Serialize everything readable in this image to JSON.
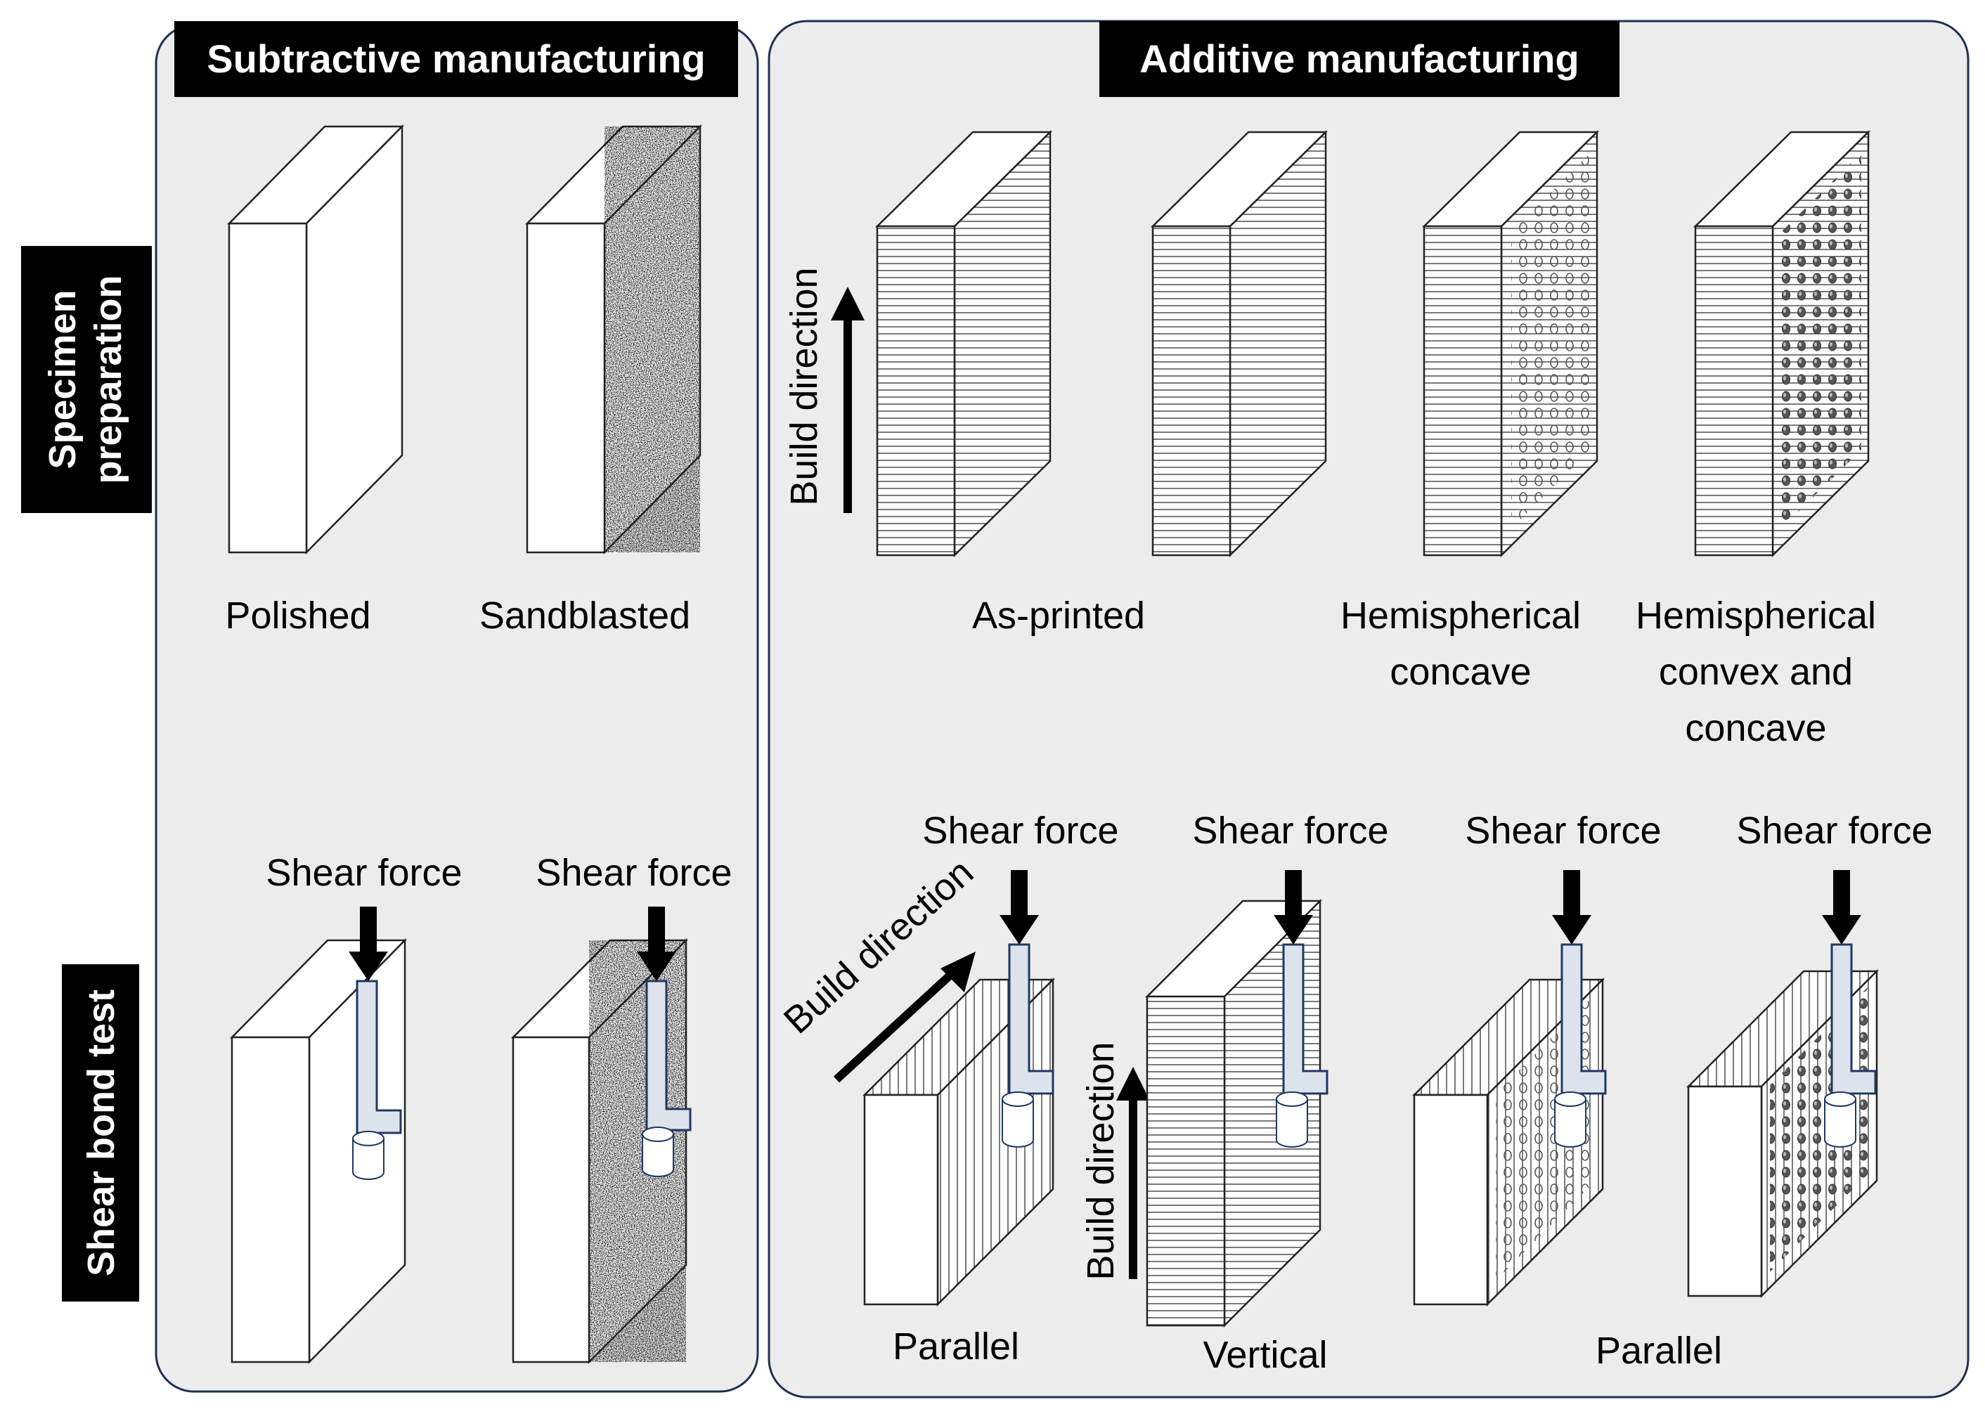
{
  "sections": {
    "subtractive": "Subtractive manufacturing",
    "additive": "Additive manufacturing"
  },
  "rows": {
    "prep_line1": "Specimen",
    "prep_line2": "preparation",
    "shear": "Shear bond test"
  },
  "prep_labels": {
    "polished": "Polished",
    "sandblasted": "Sandblasted",
    "as_printed": "As-printed",
    "hemi_concave_l1": "Hemispherical",
    "hemi_concave_l2": "concave",
    "hemi_cc_l1": "Hemispherical",
    "hemi_cc_l2": "convex and",
    "hemi_cc_l3": "concave"
  },
  "build_direction": "Build direction",
  "shear_force": "Shear force",
  "orientation": {
    "parallel": "Parallel",
    "vertical": "Vertical"
  },
  "colors": {
    "panel_bg": "#ececec",
    "panel_border": "#1f3050",
    "label_bg": "#000000",
    "label_text": "#ffffff",
    "jig_fill": "#dde3ec",
    "jig_stroke": "#1f3864"
  }
}
